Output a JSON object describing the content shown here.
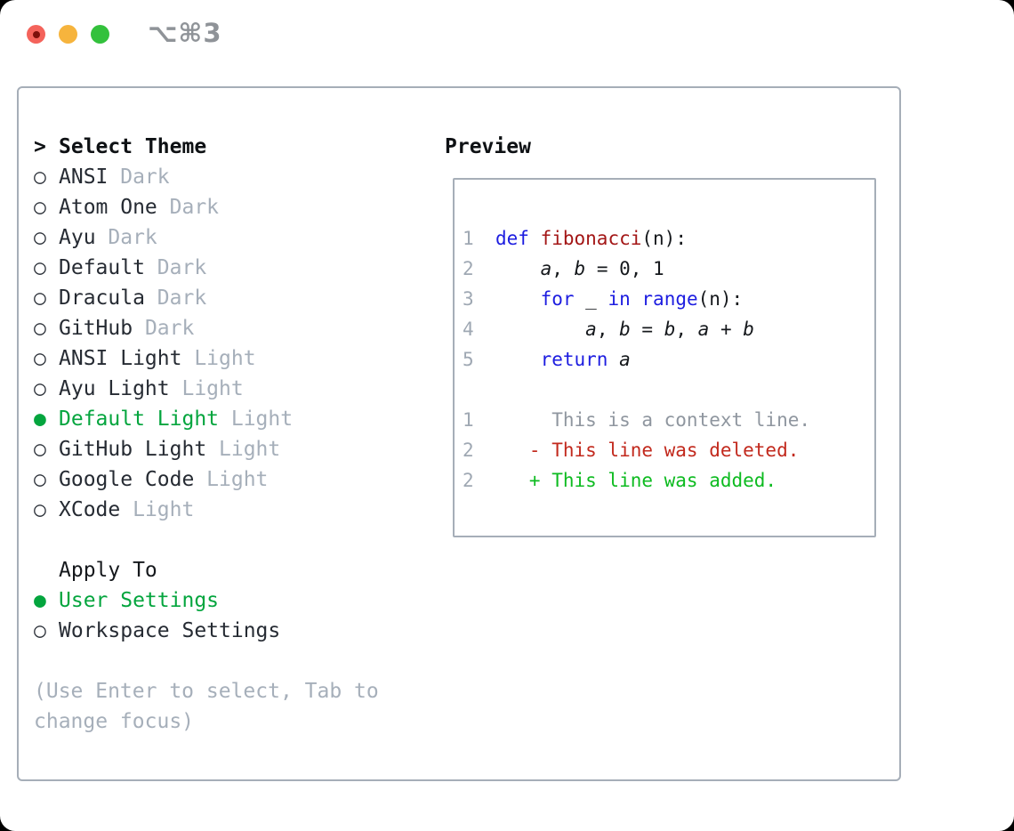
{
  "window": {
    "title": "⌥⌘3"
  },
  "colors": {
    "selection_green": "#04a53e",
    "added_green": "#0dbb20",
    "deleted_red": "#c2291d",
    "keyword_blue": "#1d1de0",
    "function_red": "#a31616",
    "muted_gray": "#a6afba",
    "traffic_red": "#f4635b",
    "traffic_yellow": "#f6b43d",
    "traffic_green": "#33c13c"
  },
  "themes": {
    "prompt": ">",
    "header": "Select Theme",
    "items": [
      {
        "marker": "○",
        "name": "ANSI",
        "tag": "Dark",
        "selected": false
      },
      {
        "marker": "○",
        "name": "Atom One",
        "tag": "Dark",
        "selected": false
      },
      {
        "marker": "○",
        "name": "Ayu",
        "tag": "Dark",
        "selected": false
      },
      {
        "marker": "○",
        "name": "Default",
        "tag": "Dark",
        "selected": false
      },
      {
        "marker": "○",
        "name": "Dracula",
        "tag": "Dark",
        "selected": false
      },
      {
        "marker": "○",
        "name": "GitHub",
        "tag": "Dark",
        "selected": false
      },
      {
        "marker": "○",
        "name": "ANSI Light",
        "tag": "Light",
        "selected": false
      },
      {
        "marker": "○",
        "name": "Ayu Light",
        "tag": "Light",
        "selected": false
      },
      {
        "marker": "●",
        "name": "Default Light",
        "tag": "Light",
        "selected": true
      },
      {
        "marker": "○",
        "name": "GitHub Light",
        "tag": "Light",
        "selected": false
      },
      {
        "marker": "○",
        "name": "Google Code",
        "tag": "Light",
        "selected": false
      },
      {
        "marker": "○",
        "name": "XCode",
        "tag": "Light",
        "selected": false
      }
    ]
  },
  "apply_to": {
    "header": "Apply To",
    "items": [
      {
        "marker": "●",
        "label": "User Settings",
        "selected": true
      },
      {
        "marker": "○",
        "label": "Workspace Settings",
        "selected": false
      }
    ]
  },
  "help": {
    "text": "(Use Enter to select, Tab to change focus)"
  },
  "preview": {
    "header": "Preview",
    "code_lines": [
      {
        "num": "1",
        "tokens": [
          {
            "t": "def"
          },
          {
            "t": " "
          },
          {
            "t": "fibonacci"
          },
          {
            "t": "(n):"
          }
        ]
      },
      {
        "num": "2",
        "tokens": [
          {
            "t": "    "
          },
          {
            "t": "a"
          },
          {
            "t": ", "
          },
          {
            "t": "b"
          },
          {
            "t": " = 0, 1"
          }
        ]
      },
      {
        "num": "3",
        "tokens": [
          {
            "t": "    "
          },
          {
            "t": "for"
          },
          {
            "t": " _ "
          },
          {
            "t": "in"
          },
          {
            "t": " "
          },
          {
            "t": "range"
          },
          {
            "t": "(n):"
          }
        ]
      },
      {
        "num": "4",
        "tokens": [
          {
            "t": "        "
          },
          {
            "t": "a"
          },
          {
            "t": ", "
          },
          {
            "t": "b"
          },
          {
            "t": " = "
          },
          {
            "t": "b"
          },
          {
            "t": ", "
          },
          {
            "t": "a"
          },
          {
            "t": " + "
          },
          {
            "t": "b"
          }
        ]
      },
      {
        "num": "5",
        "tokens": [
          {
            "t": "    "
          },
          {
            "t": "return"
          },
          {
            "t": " "
          },
          {
            "t": "a"
          }
        ]
      }
    ],
    "diff_lines": [
      {
        "num": "1",
        "kind": "context",
        "text": "     This is a context line."
      },
      {
        "num": "2",
        "kind": "deleted",
        "text": "   - This line was deleted."
      },
      {
        "num": "2",
        "kind": "added",
        "text": "   + This line was added."
      }
    ]
  }
}
